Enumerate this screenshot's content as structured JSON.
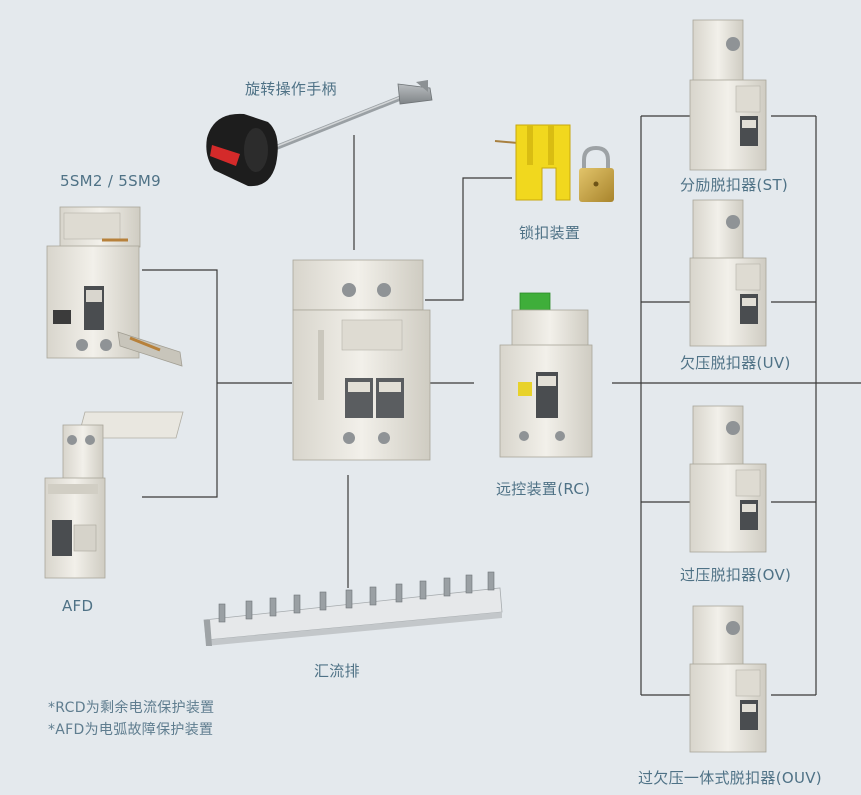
{
  "labels": {
    "rotary_handle": "旋转操作手柄",
    "model_series": "5SM2 / 5SM9",
    "locking_device": "锁扣装置",
    "remote_control": "远控装置(RC)",
    "afd": "AFD",
    "busbar": "汇流排",
    "shunt_trip": "分励脱扣器(ST)",
    "undervoltage": "欠压脱扣器(UV)",
    "overvoltage": "过压脱扣器(OV)",
    "ouv": "过欠压一体式脱扣器(OUV)"
  },
  "notes": [
    "*RCD为剩余电流保护装置",
    "*AFD为电弧故障保护装置"
  ],
  "colors": {
    "background": "#e4e9ed",
    "label": "#4f7286",
    "line": "#3a3a3a",
    "device_body": "#eceae3",
    "handle_red": "#d42a2a",
    "lock_yellow": "#f1d81e",
    "rc_green": "#3fae3a"
  }
}
